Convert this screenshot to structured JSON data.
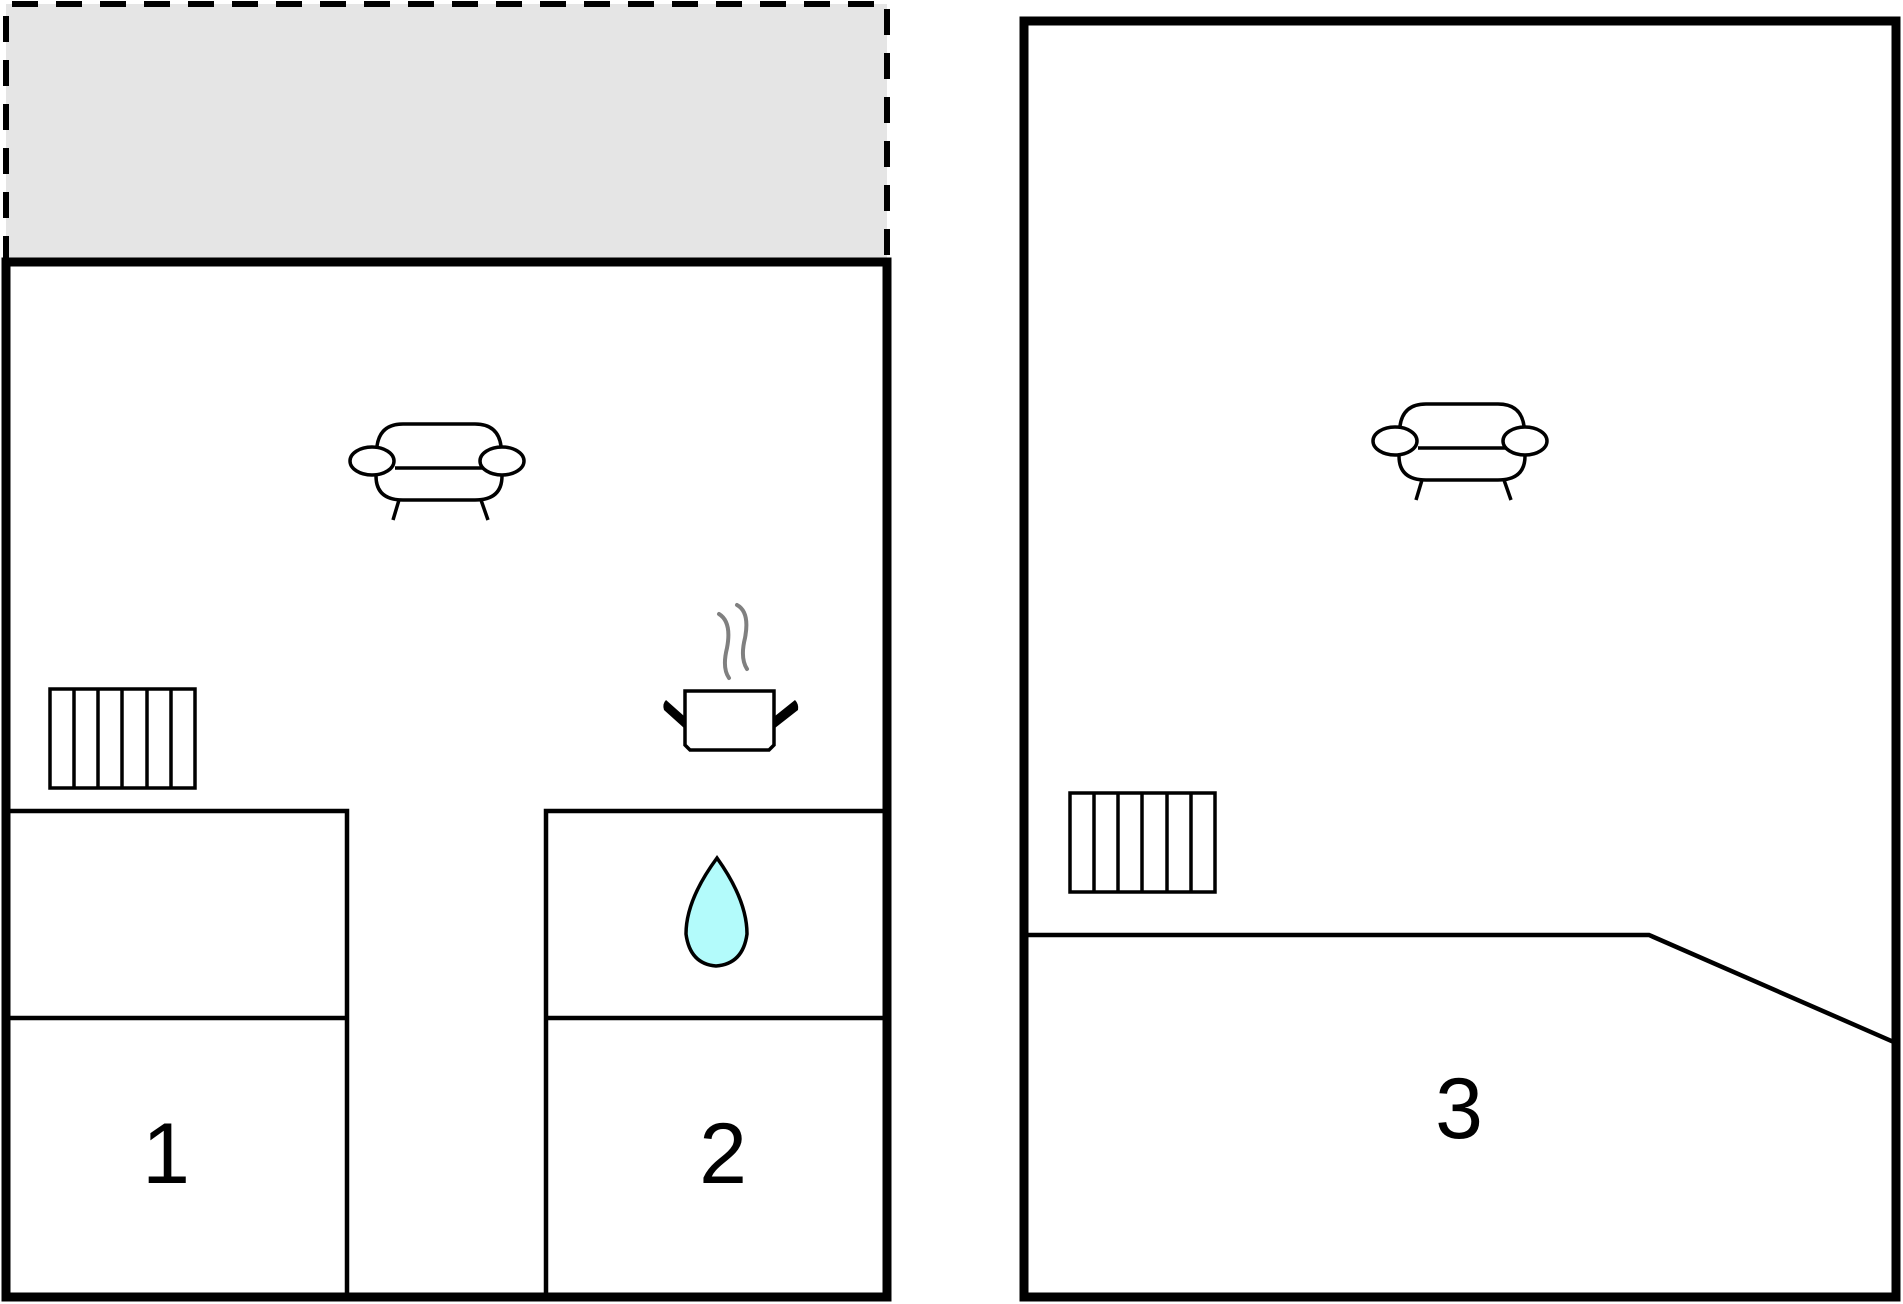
{
  "diagram": {
    "type": "floor-plan",
    "colors": {
      "wall": "#000000",
      "balcony_fill": "#e5e5e5",
      "water_drop_fill": "#b3fbfb",
      "steam": "#808080",
      "background": "#ffffff"
    },
    "buildings": [
      {
        "id": "left-floor",
        "balcony": {
          "style": "dashed",
          "fill": "#e5e5e5"
        },
        "rooms": [
          {
            "id": "living-kitchen",
            "icons": [
              "sofa-icon",
              "radiator-icon",
              "cooking-pot-icon"
            ]
          },
          {
            "id": "room-left-upper"
          },
          {
            "id": "bedroom-1",
            "label": "1"
          },
          {
            "id": "bathroom",
            "icons": [
              "water-drop-icon"
            ]
          },
          {
            "id": "bedroom-2",
            "label": "2"
          },
          {
            "id": "hallway"
          }
        ]
      },
      {
        "id": "right-floor",
        "rooms": [
          {
            "id": "living-room",
            "icons": [
              "sofa-icon",
              "radiator-icon"
            ]
          },
          {
            "id": "bedroom-3",
            "label": "3"
          }
        ]
      }
    ],
    "labels": {
      "room1": "1",
      "room2": "2",
      "room3": "3"
    }
  }
}
